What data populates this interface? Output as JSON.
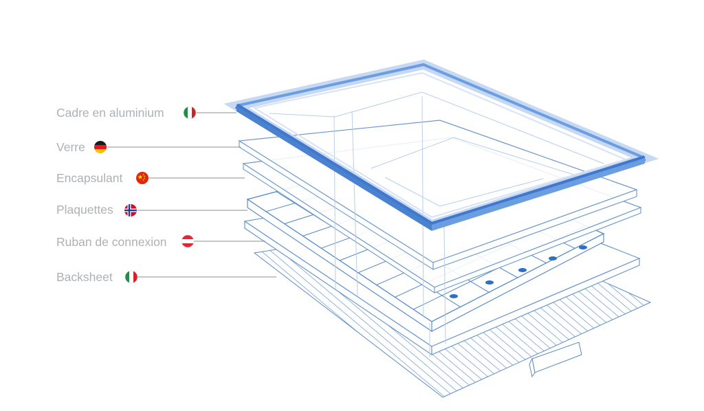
{
  "colors": {
    "frame": "#5b8fd6",
    "frame_light": "#c7d8f2",
    "line": "#4f86c6",
    "line_light": "#b8cde9",
    "leader": "#8a8d90",
    "label": "#aeb1b4"
  },
  "layers": [
    {
      "id": "frame",
      "label": "Cadre en aluminium",
      "flag": "italy"
    },
    {
      "id": "glass",
      "label": "Verre",
      "flag": "germany"
    },
    {
      "id": "encapsulant",
      "label": "Encapsulant",
      "flag": "china"
    },
    {
      "id": "cells",
      "label": "Plaquettes",
      "flag": "norway"
    },
    {
      "id": "ribbon",
      "label": "Ruban de connexion",
      "flag": "austria"
    },
    {
      "id": "backsheet",
      "label": "Backsheet",
      "flag": "italy"
    }
  ]
}
